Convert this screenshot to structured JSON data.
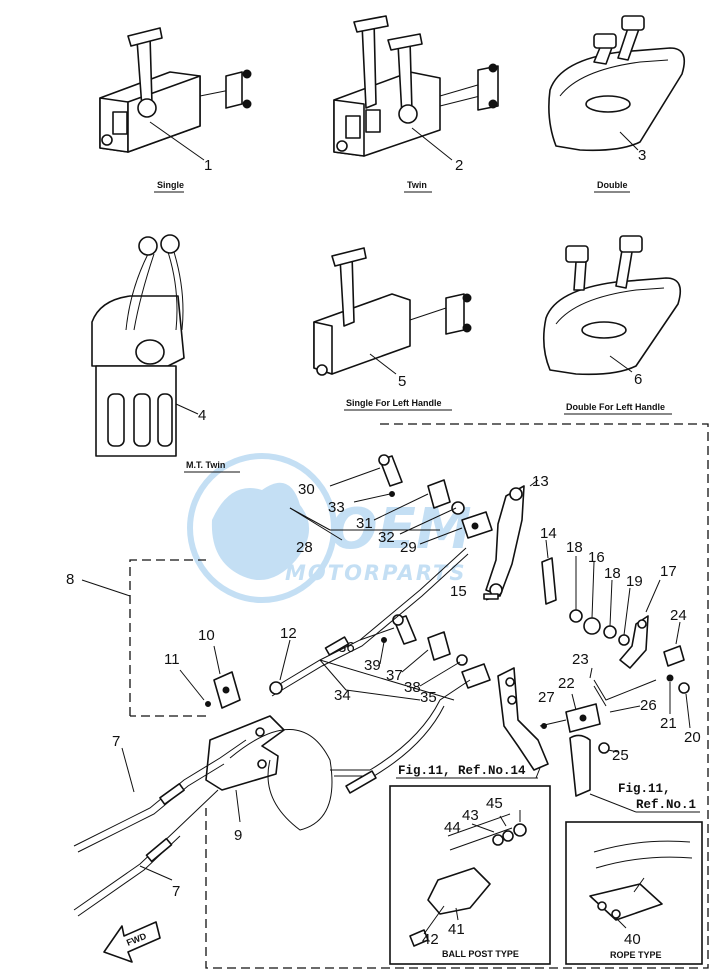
{
  "captions": {
    "single": "Single",
    "twin": "Twin",
    "double": "Double",
    "single_left": "Single For Left Handle",
    "double_left": "Double For Left Handle",
    "mt_twin": "M.T. Twin"
  },
  "references": {
    "fig11_ref14": "Fig.11, Ref.No.14",
    "fig11": "Fig.11,",
    "ref1": "Ref.No.1"
  },
  "boxes": {
    "ball_post": "BALL POST TYPE",
    "rope": "ROPE TYPE"
  },
  "direction": "FWD",
  "watermark": {
    "brand": "OEM",
    "sub": "MOTORPARTS"
  },
  "callouts": {
    "c1": "1",
    "c2": "2",
    "c3": "3",
    "c4": "4",
    "c5": "5",
    "c6": "6",
    "c7a": "7",
    "c7b": "7",
    "c8": "8",
    "c9": "9",
    "c10": "10",
    "c11": "11",
    "c12": "12",
    "c13": "13",
    "c14": "14",
    "c15": "15",
    "c16": "16",
    "c17": "17",
    "c18a": "18",
    "c18b": "18",
    "c19": "19",
    "c20": "20",
    "c21": "21",
    "c22": "22",
    "c23": "23",
    "c24": "24",
    "c25": "25",
    "c26": "26",
    "c27": "27",
    "c28": "28",
    "c29": "29",
    "c30": "30",
    "c31": "31",
    "c32": "32",
    "c33": "33",
    "c34": "34",
    "c35": "35",
    "c36": "36",
    "c37": "37",
    "c38": "38",
    "c39": "39",
    "c40": "40",
    "c41": "41",
    "c42": "42",
    "c43": "43",
    "c44": "44",
    "c45": "45"
  }
}
